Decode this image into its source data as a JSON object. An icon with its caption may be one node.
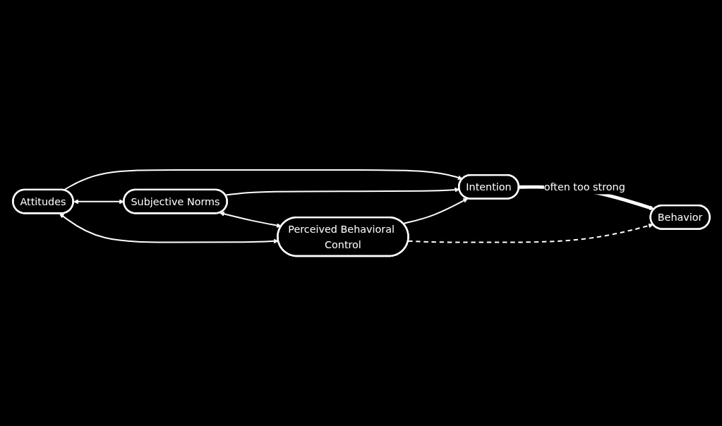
{
  "diagram": {
    "nodes": [
      {
        "text": [
          "Attitudes"
        ]
      },
      {
        "text": [
          "Subjective Norms"
        ]
      },
      {
        "text": [
          "Perceived Behavioral Control"
        ]
      },
      {
        "text": [
          "Intention"
        ]
      },
      {
        "text": [
          "Behavior"
        ]
      }
    ],
    "edges": [
      {
        "from": 0,
        "to": 3,
        "arrow": "to"
      },
      {
        "from": 1,
        "to": 3,
        "arrow": "to"
      },
      {
        "from": 2,
        "to": 3,
        "arrow": "to"
      },
      {
        "from": 3,
        "to": 4,
        "arrow": "to",
        "label": "often too strong",
        "style": "thick"
      },
      {
        "from": 0,
        "to": 1,
        "arrow": "both"
      },
      {
        "from": 1,
        "to": 2,
        "arrow": "both"
      },
      {
        "from": 0,
        "to": 2,
        "arrow": "both"
      },
      {
        "from": 2,
        "to": 4,
        "arrow": "to",
        "style": "dashed"
      }
    ]
  }
}
